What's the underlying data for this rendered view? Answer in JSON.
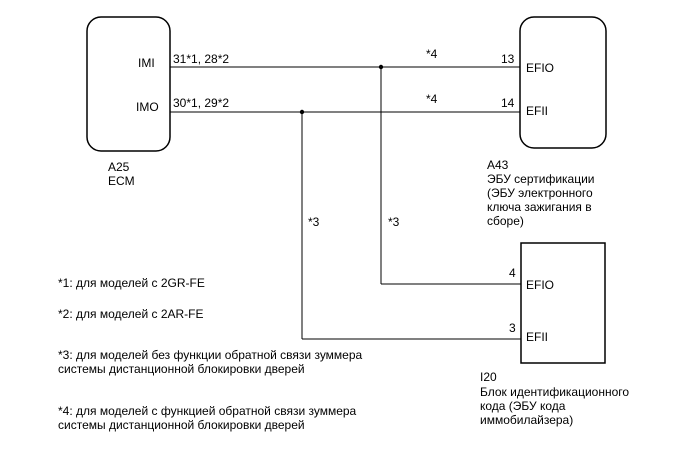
{
  "ecm": {
    "code": "A25",
    "name": "ECM",
    "pins": {
      "imi": {
        "label": "IMI",
        "numbers": "31*1, 28*2"
      },
      "imo": {
        "label": "IMO",
        "numbers": "30*1, 29*2"
      }
    }
  },
  "cert_ecu": {
    "code": "A43",
    "name": "ЭБУ сертификации\n(ЭБУ электронного\nключа зажигания в\nсборе)",
    "pins": {
      "efio": {
        "label": "EFIO",
        "number": "13"
      },
      "efii": {
        "label": "EFII",
        "number": "14"
      }
    }
  },
  "id_box": {
    "code": "I20",
    "name": "Блок идентификационного\nкода (ЭБУ кода\nиммобилайзера)",
    "pins": {
      "efio": {
        "label": "EFIO",
        "number": "4"
      },
      "efii": {
        "label": "EFII",
        "number": "3"
      }
    }
  },
  "wire_marks": {
    "top_a": "*4",
    "top_b": "*4",
    "branch_left": "*3",
    "branch_right": "*3"
  },
  "notes": [
    "*1: для моделей с 2GR-FE",
    "*2: для моделей с 2AR-FE",
    "*3: для моделей без функции обратной связи зуммера\nсистемы дистанционной блокировки дверей",
    "*4: для моделей с функцией обратной связи зуммера\nсистемы дистанционной блокировки дверей"
  ]
}
